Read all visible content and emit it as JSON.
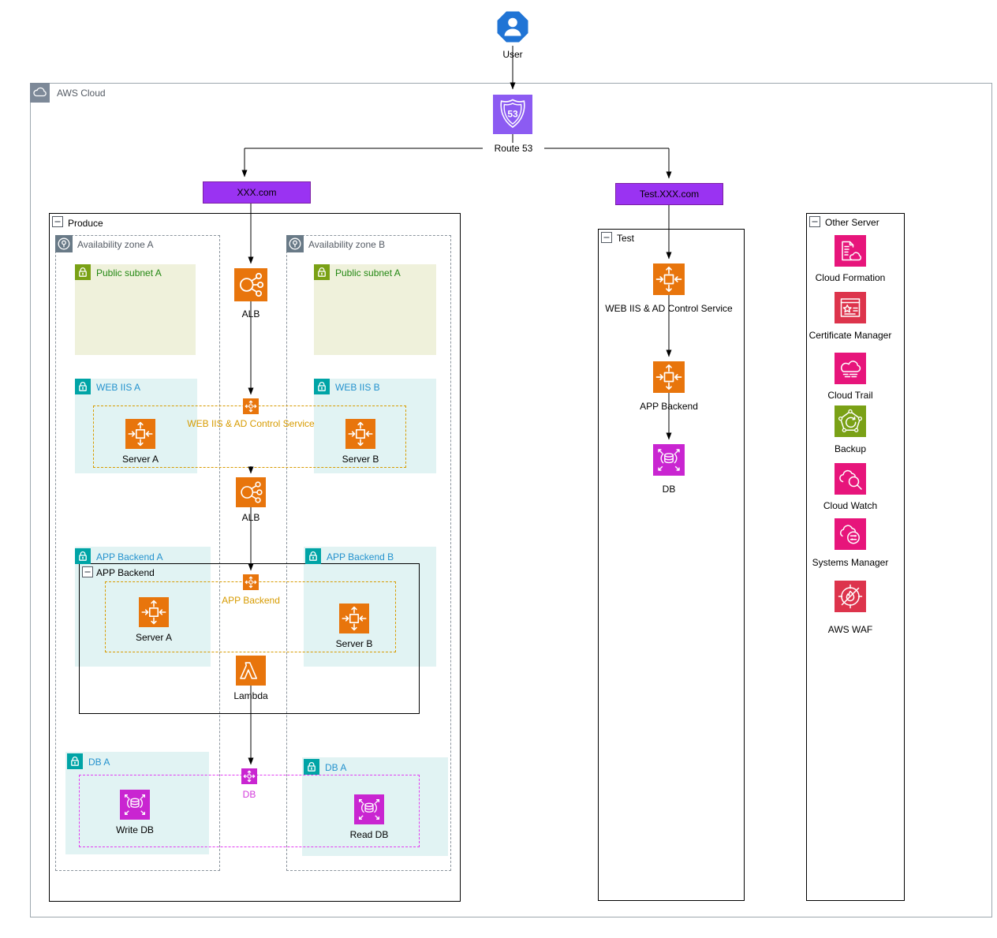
{
  "diagram": {
    "user": {
      "label": "User"
    },
    "aws_cloud": {
      "label": "AWS Cloud"
    },
    "route53": {
      "label": "Route 53",
      "badge": "53"
    },
    "endpoints": {
      "prod": "XXX.com",
      "test": "Test.XXX.com"
    },
    "produce": {
      "label": "Produce",
      "zone_a": "Availability zone A",
      "zone_b": "Availability zone B",
      "public_subnet_a1": "Public subnet A",
      "public_subnet_a2": "Public subnet A",
      "alb1": "ALB",
      "alb2": "ALB",
      "web_iis_a": "WEB IIS A",
      "web_iis_b": "WEB IIS B",
      "web_group": "WEB IIS & AD Control Service",
      "web_server_a": "Server A",
      "web_server_b": "Server B",
      "app_a": "APP Backend A",
      "app_b": "APP Backend B",
      "app_container": "APP Backend",
      "app_group": "APP Backend",
      "app_server_a": "Server A",
      "app_server_b": "Server B",
      "lambda": "Lambda",
      "db_a1": "DB A",
      "db_a2": "DB A",
      "db_group": "DB",
      "write_db": "Write DB",
      "read_db": "Read DB"
    },
    "test_env": {
      "label": "Test",
      "web": "WEB IIS & AD Control Service",
      "app": "APP Backend",
      "db": "DB"
    },
    "other_server": {
      "label": "Other Server",
      "items": [
        {
          "label": "Cloud Formation"
        },
        {
          "label": "Certificate Manager"
        },
        {
          "label": "Cloud Trail"
        },
        {
          "label": "Backup"
        },
        {
          "label": "Cloud Watch"
        },
        {
          "label": "Systems Manager"
        },
        {
          "label": "AWS WAF"
        }
      ]
    },
    "colors": {
      "user_blue": "#2074D5",
      "route53_purple": "#8C5BF2",
      "endpoint_purple": "#9A33F2",
      "compute_orange": "#E8750C",
      "group_orange": "#D79B00",
      "db_magenta": "#C925D1",
      "db_group_magenta": "#E23CF2",
      "management_pink": "#E7157B",
      "security_red": "#DD344C",
      "backup_green": "#7AA116",
      "subnet_green_text": "#248814",
      "subnet_green_fill": "#EFF1DB",
      "subnet_blue_text": "#2492CE",
      "subnet_teal_icon": "#00A4A6",
      "subnet_teal_fill": "#E1F3F3"
    }
  }
}
